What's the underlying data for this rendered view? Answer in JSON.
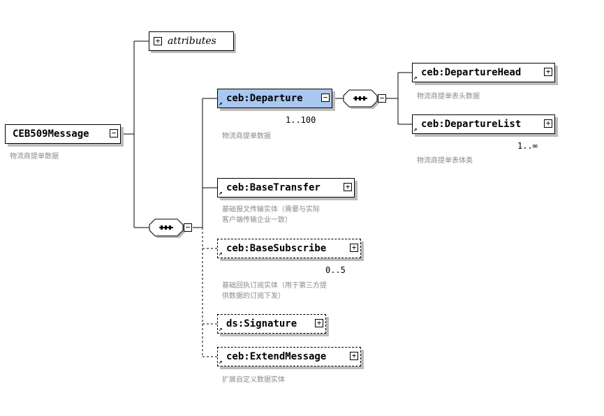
{
  "root": {
    "name": "CEB509Message",
    "annotation": "物流商提单数据",
    "toggle": "−"
  },
  "attributes": {
    "label": "attributes",
    "toggle": "+"
  },
  "sequences": {
    "main_toggle": "−",
    "departure_toggle": "−"
  },
  "elements": [
    {
      "name": "ceb:Departure",
      "toggle": "−",
      "occurs": "1..100",
      "annotation": [
        "物流商提单数据"
      ]
    },
    {
      "name": "ceb:DepartureHead",
      "toggle": "+",
      "occurs": "",
      "annotation": [
        "物流商提单表头数据"
      ]
    },
    {
      "name": "ceb:DepartureList",
      "toggle": "+",
      "occurs": "1..∞",
      "annotation": [
        "物流商提单表体类"
      ]
    },
    {
      "name": "ceb:BaseTransfer",
      "toggle": "+",
      "occurs": "",
      "annotation": [
        "基础报文传输实体（需要与实际",
        "客户端传输企业一致）"
      ]
    },
    {
      "name": "ceb:BaseSubscribe",
      "toggle": "+",
      "occurs": "0..5",
      "annotation": [
        "基础回执订阅实体（用于第三方提",
        "供数据的订阅下发）"
      ]
    },
    {
      "name": "ds:Signature",
      "toggle": "+",
      "occurs": "",
      "annotation": []
    },
    {
      "name": "ceb:ExtendMessage",
      "toggle": "+",
      "occurs": "",
      "annotation": [
        "扩展自定义数据实体"
      ]
    }
  ],
  "colors": {
    "selected_fill": "#a8c8f0",
    "shadow": "#bcbcbc",
    "annotation_text": "#8a8a8a"
  }
}
